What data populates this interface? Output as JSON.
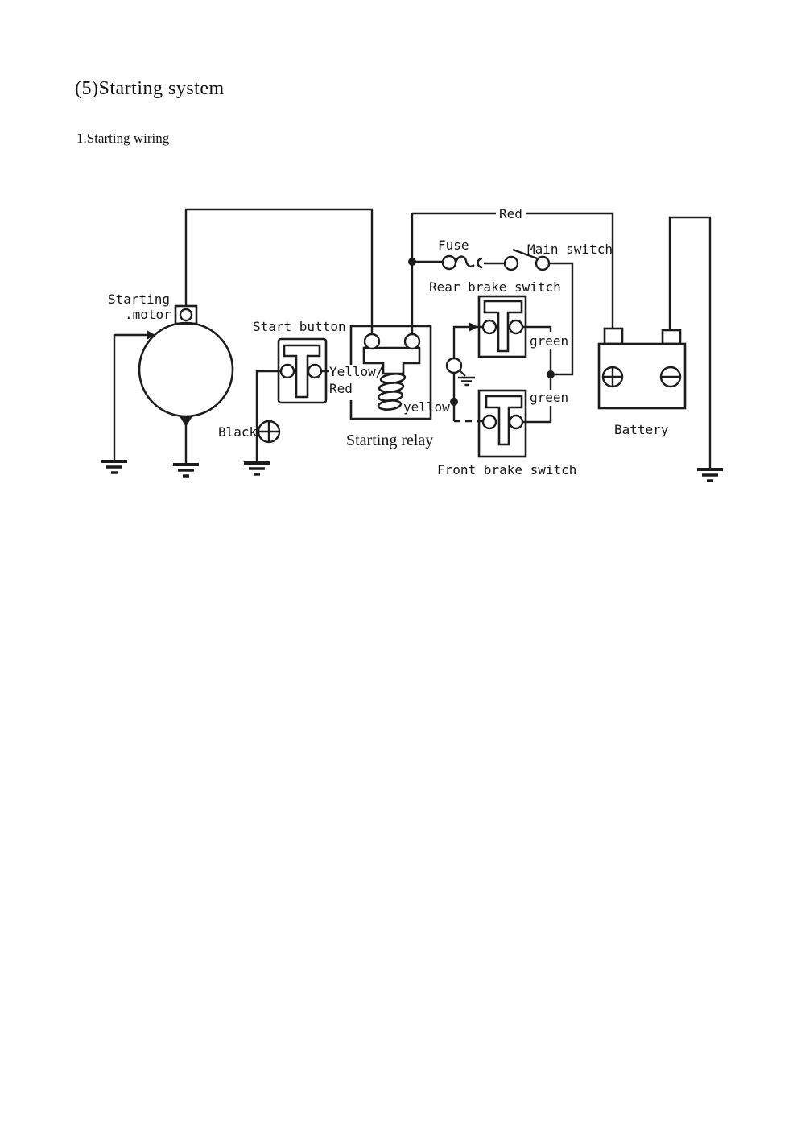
{
  "page": {
    "title": "(5)Starting system",
    "subtitle": "1.Starting wiring"
  },
  "diagram": {
    "ink_color": "#1c1c1c",
    "paper_color": "#ffffff",
    "labels": {
      "red": "Red",
      "fuse": "Fuse",
      "main_switch": "Main switch",
      "rear_brake_switch": "Rear brake switch",
      "front_brake_switch": "Front brake switch",
      "starting_motor_line1": "Starting",
      "starting_motor_line2": ".motor",
      "start_button": "Start button",
      "yellow_red_line1": "Yellow/",
      "yellow_red_line2": "Red",
      "yellow": "yellow",
      "green_upper": "green",
      "green_lower": "green",
      "black": "Black",
      "starting_relay": "Starting relay",
      "battery": "Battery"
    }
  }
}
